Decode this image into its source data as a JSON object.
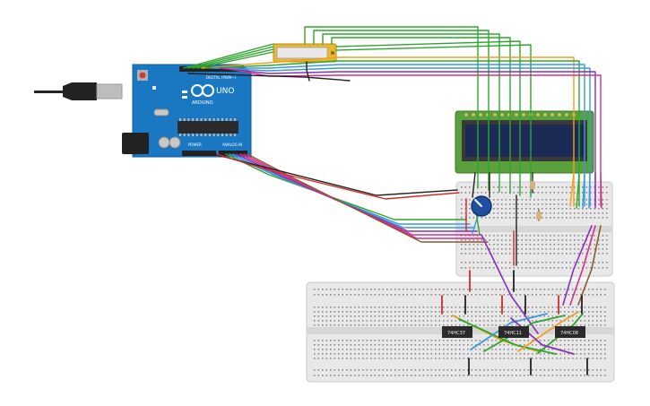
{
  "arduino": {
    "brand": "ARDUINO",
    "model": "UNO",
    "digital_label": "DIGITAL (PWM~)",
    "power_label": "POWER",
    "analog_label": "ANALOG IN"
  },
  "chips": {
    "left": "74HC37",
    "middle": "74HC11",
    "right": "74HC08"
  },
  "colors": {
    "arduino_board": "#1a78c2",
    "breadboard": "#e8e8e8",
    "lcd_pcb": "#5aa03c",
    "lcd_screen": "#1c2b56",
    "dip_switch": "#e6b830",
    "potentiometer": "#1e4fa0",
    "wire_green": "#2fa52f",
    "wire_orange": "#f0a020",
    "wire_blue": "#3a9ad9",
    "wire_purple": "#8a2fb8",
    "wire_pink": "#d0308a",
    "wire_red": "#d42a2a",
    "wire_black": "#222222",
    "wire_brown": "#8b5a2b"
  }
}
